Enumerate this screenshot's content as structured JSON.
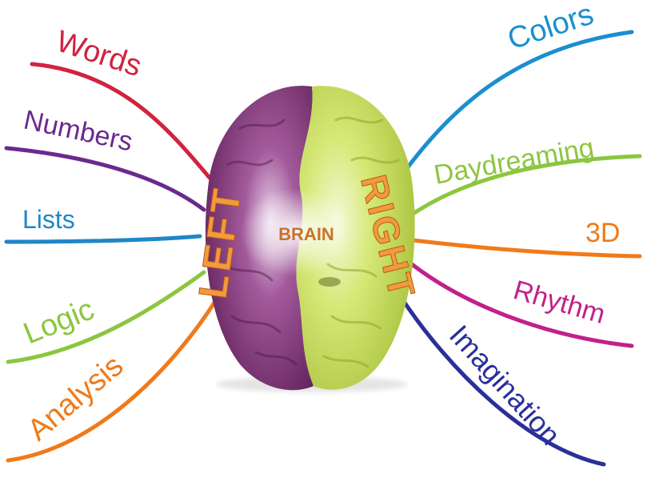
{
  "center": {
    "title": "BRAIN",
    "left_label": "LEFT",
    "right_label": "RIGHT"
  },
  "colors": {
    "left_hemisphere": "#7b2f73",
    "left_hemisphere_light": "#a35a9c",
    "right_hemisphere": "#cfe36a",
    "right_hemisphere_light": "#e6f29a",
    "center_text": "#c8732a",
    "hemi_label_fill": "#f19a3e"
  },
  "left_branches": [
    {
      "label": "Words",
      "color": "#d1233f"
    },
    {
      "label": "Numbers",
      "color": "#6a2a8c"
    },
    {
      "label": "Lists",
      "color": "#1f86c8"
    },
    {
      "label": "Logic",
      "color": "#8cc63f"
    },
    {
      "label": "Analysis",
      "color": "#f07a1a"
    }
  ],
  "right_branches": [
    {
      "label": "Colors",
      "color": "#1a8fd0"
    },
    {
      "label": "Daydreaming",
      "color": "#8cc63f"
    },
    {
      "label": "3D",
      "color": "#f07a1a"
    },
    {
      "label": "Rhythm",
      "color": "#c2208a"
    },
    {
      "label": "Imagination",
      "color": "#2a2f9a"
    }
  ]
}
